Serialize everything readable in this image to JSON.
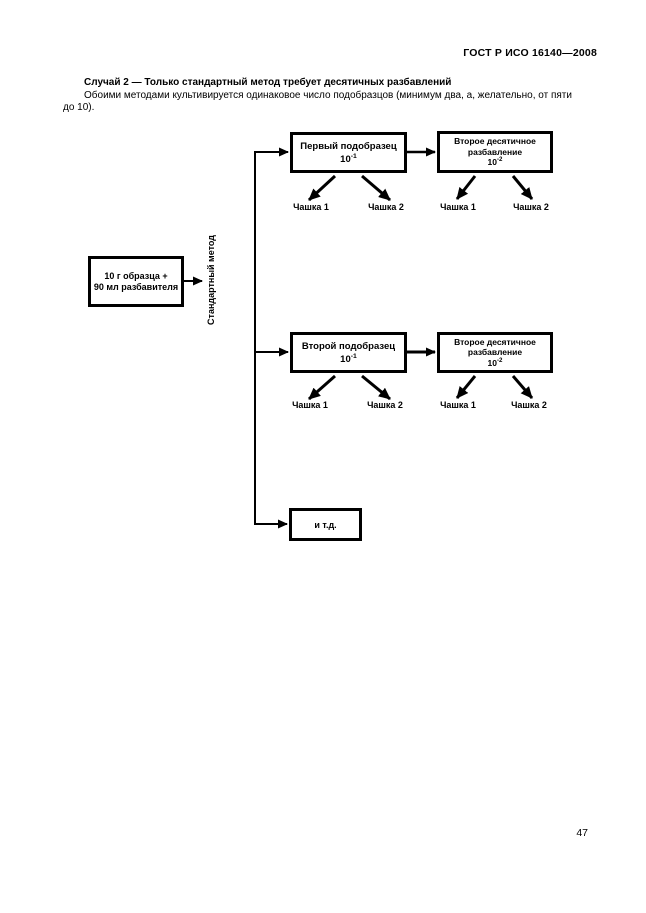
{
  "colors": {
    "ink": "#000000",
    "paper": "#ffffff"
  },
  "header": {
    "doc_number": "ГОСТ Р ИСО 16140—2008"
  },
  "intro": {
    "case_title": "Случай 2 — Только стандартный метод требует десятичных разбавлений",
    "paragraph_line1": "Обоими методами культивируется одинаковое число подобразцов (минимум два, а, желательно, от пяти",
    "paragraph_line2": "до 10)."
  },
  "diagram": {
    "sample_box": {
      "line1": "10 г образца +",
      "line2": "90 мл разбавителя"
    },
    "method_label": "Стандартный метод",
    "rows": [
      {
        "subsample_box": {
          "title": "Первый подобразец",
          "dilution_base": "10",
          "dilution_exp": "-1"
        },
        "dilution_box": {
          "line1": "Второе десятичное",
          "line2": "разбавление",
          "dilution_base": "10",
          "dilution_exp": "-2"
        },
        "plates": [
          "Чашка 1",
          "Чашка 2",
          "Чашка 1",
          "Чашка 2"
        ]
      },
      {
        "subsample_box": {
          "title": "Второй подобразец",
          "dilution_base": "10",
          "dilution_exp": "-1"
        },
        "dilution_box": {
          "line1": "Второе десятичное",
          "line2": "разбавление",
          "dilution_base": "10",
          "dilution_exp": "-2"
        },
        "plates": [
          "Чашка 1",
          "Чашка 2",
          "Чашка 1",
          "Чашка 2"
        ]
      }
    ],
    "etc_box_label": "и т.д."
  },
  "footer": {
    "page_number": "47"
  }
}
